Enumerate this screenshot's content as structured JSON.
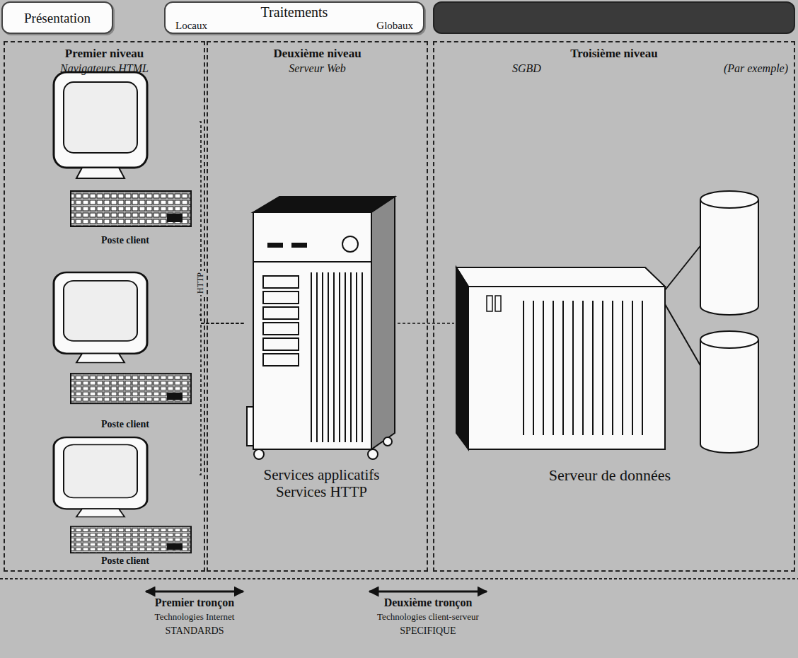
{
  "diagram": {
    "nodes": [
      {
        "text": [
          "Présentation"
        ]
      },
      {
        "text": [
          "Traitements",
          "Locaux",
          "Globaux"
        ]
      },
      {
        "text": [
          "Premier niveau",
          "Navigateurs HTML"
        ]
      },
      {
        "text": [
          "Deuxième niveau",
          "Serveur Web"
        ]
      },
      {
        "text": [
          "Troisième niveau",
          "SGBD",
          "(Par exemple)"
        ]
      },
      {
        "text": [
          "Poste client"
        ],
        "in": 2
      },
      {
        "text": [
          "Poste client"
        ],
        "in": 2
      },
      {
        "text": [
          "Poste client"
        ],
        "in": 2
      },
      {
        "text": [
          "Services applicatifs Services HTTP"
        ],
        "in": 3
      },
      {
        "text": [
          "Serveur de données"
        ],
        "in": 4
      }
    ],
    "edges": [
      {
        "from": 5,
        "to": 8,
        "arrow": "none",
        "label": "HTTP"
      },
      {
        "from": 6,
        "to": 8,
        "arrow": "none"
      },
      {
        "from": 7,
        "to": 8,
        "arrow": "none"
      },
      {
        "from": 8,
        "to": 9,
        "arrow": "none"
      }
    ],
    "labels": [
      "Premier tronçon",
      "Technologies Internet",
      "STANDARDS",
      "Deuxième tronçon",
      "Technologies client-serveur",
      "SPECIFIQUE"
    ]
  }
}
